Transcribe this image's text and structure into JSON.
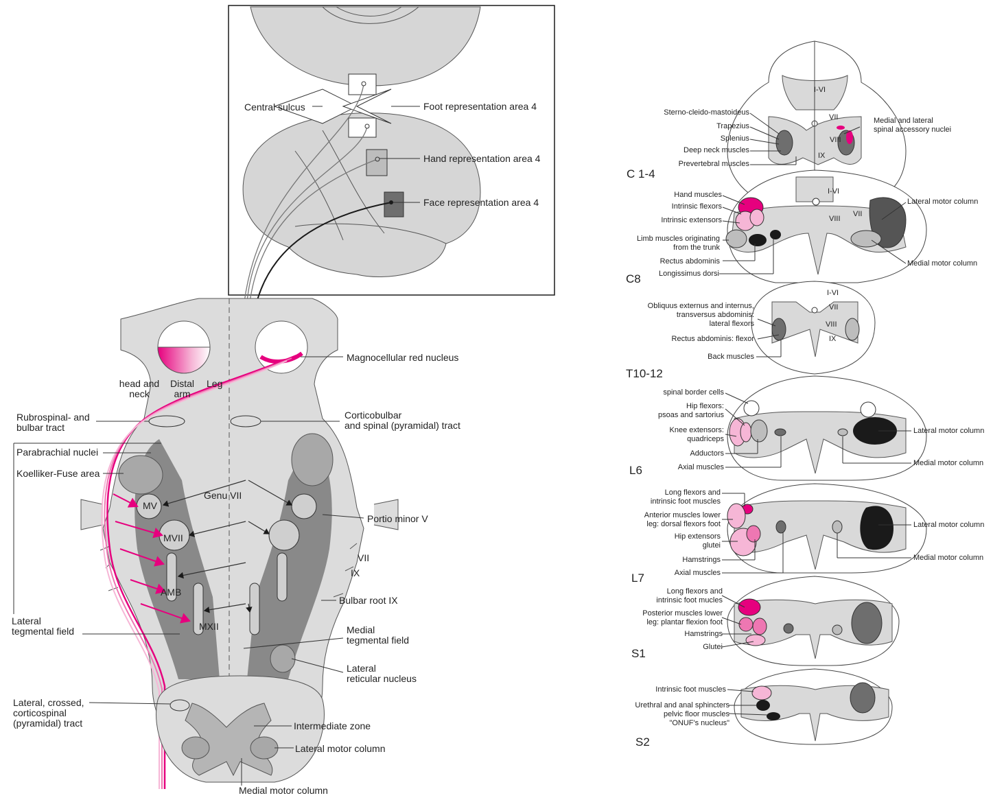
{
  "colors": {
    "magenta": "#e6007e",
    "light_pink": "#f6b6d6",
    "mid_pink": "#ee77b2",
    "light_gray": "#d9d9d9",
    "mid_gray": "#bdbdbd",
    "dark_gray": "#6e6e6e",
    "black": "#1a1a1a"
  },
  "brain": {
    "central_sulcus": "Central sulcus",
    "foot": "Foot representation area 4",
    "hand": "Hand representation area 4",
    "face": "Face representation area 4"
  },
  "brainstem": {
    "magnocellular": "Magnocellular red nucleus",
    "head_neck": "head and\nneck",
    "distal_arm": "Distal\narm",
    "leg": "Leg",
    "rubrospinal": "Rubrospinal- and\nbulbar tract",
    "corticobulbar": "Corticobulbar\nand spinal (pyramidal) tract",
    "parabrachial": "Parabrachial nuclei",
    "koelliker": "Koelliker-Fuse area",
    "genu": "Genu VII",
    "mv": "MV",
    "mvii": "MVII",
    "amb": "AMB",
    "mxii": "MXII",
    "portio": "Portio minor V",
    "vii": "VII",
    "ix": "IX",
    "bulbar_root": "Bulbar root IX",
    "lateral_tegmental": "Lateral\ntegmental field",
    "medial_tegmental": "Medial\ntegmental field",
    "lateral_reticular": "Lateral\nreticular nucleus",
    "lateral_crossed": "Lateral, crossed,\ncorticospinal\n(pyramidal) tract",
    "intermediate": "Intermediate zone",
    "lateral_motor": "Lateral motor column",
    "medial_motor": "Medial motor column"
  },
  "segments": {
    "c14": {
      "name": "C 1-4",
      "laminae": [
        "I-VI",
        "VII",
        "VIII",
        "IX"
      ],
      "left_labels": [
        "Sterno-cleido-mastoideus",
        "Trapezius",
        "Splenius",
        "Deep neck muscles",
        "Prevertebral muscles"
      ],
      "right_label": "Medial and lateral\nspinal accessory nuclei"
    },
    "c8": {
      "name": "C8",
      "laminae": [
        "I-VI",
        "VII",
        "VIII"
      ],
      "left_labels": [
        "Hand muscles",
        "Intrinsic flexors",
        "Intrinsic extensors",
        "Limb muscles originating\nfrom the trunk",
        "Rectus abdominis",
        "Longissimus dorsi"
      ],
      "right_labels": [
        "Lateral motor column",
        "Medial motor column"
      ]
    },
    "t1012": {
      "name": "T10-12",
      "laminae": [
        "I-VI",
        "VII",
        "VIII",
        "IX"
      ],
      "left_labels": [
        "Obliquus externus and internus,\ntransversus abdominis:\nlateral flexors",
        "Rectus abdominis: flexor",
        "Back muscles"
      ]
    },
    "l6": {
      "name": "L6",
      "left_labels": [
        "spinal border cells",
        "Hip flexors:\npsoas and sartorius",
        "Knee extensors:\nquadriceps",
        "Adductors",
        "Axial muscles"
      ],
      "right_labels": [
        "Lateral motor column",
        "Medial motor column"
      ]
    },
    "l7": {
      "name": "L7",
      "left_labels": [
        "Long flexors and\nintrinsic foot muscles",
        "Anterior muscles lower\nleg: dorsal flexors foot",
        "Hip extensors\nglutei",
        "Hamstrings",
        "Axial muscles"
      ],
      "right_labels": [
        "Lateral motor column",
        "Medial motor column"
      ]
    },
    "s1": {
      "name": "S1",
      "left_labels": [
        "Long flexors and\nintrinsic foot mucles",
        "Posterior muscles lower\nleg: plantar flexion foot",
        "Hamstrings",
        "Glutei"
      ]
    },
    "s2": {
      "name": "S2",
      "left_labels": [
        "Intrinsic foot muscles",
        "Urethral and anal sphincters\npelvic floor muscles\n\"ONUF's nucleus\""
      ]
    }
  }
}
